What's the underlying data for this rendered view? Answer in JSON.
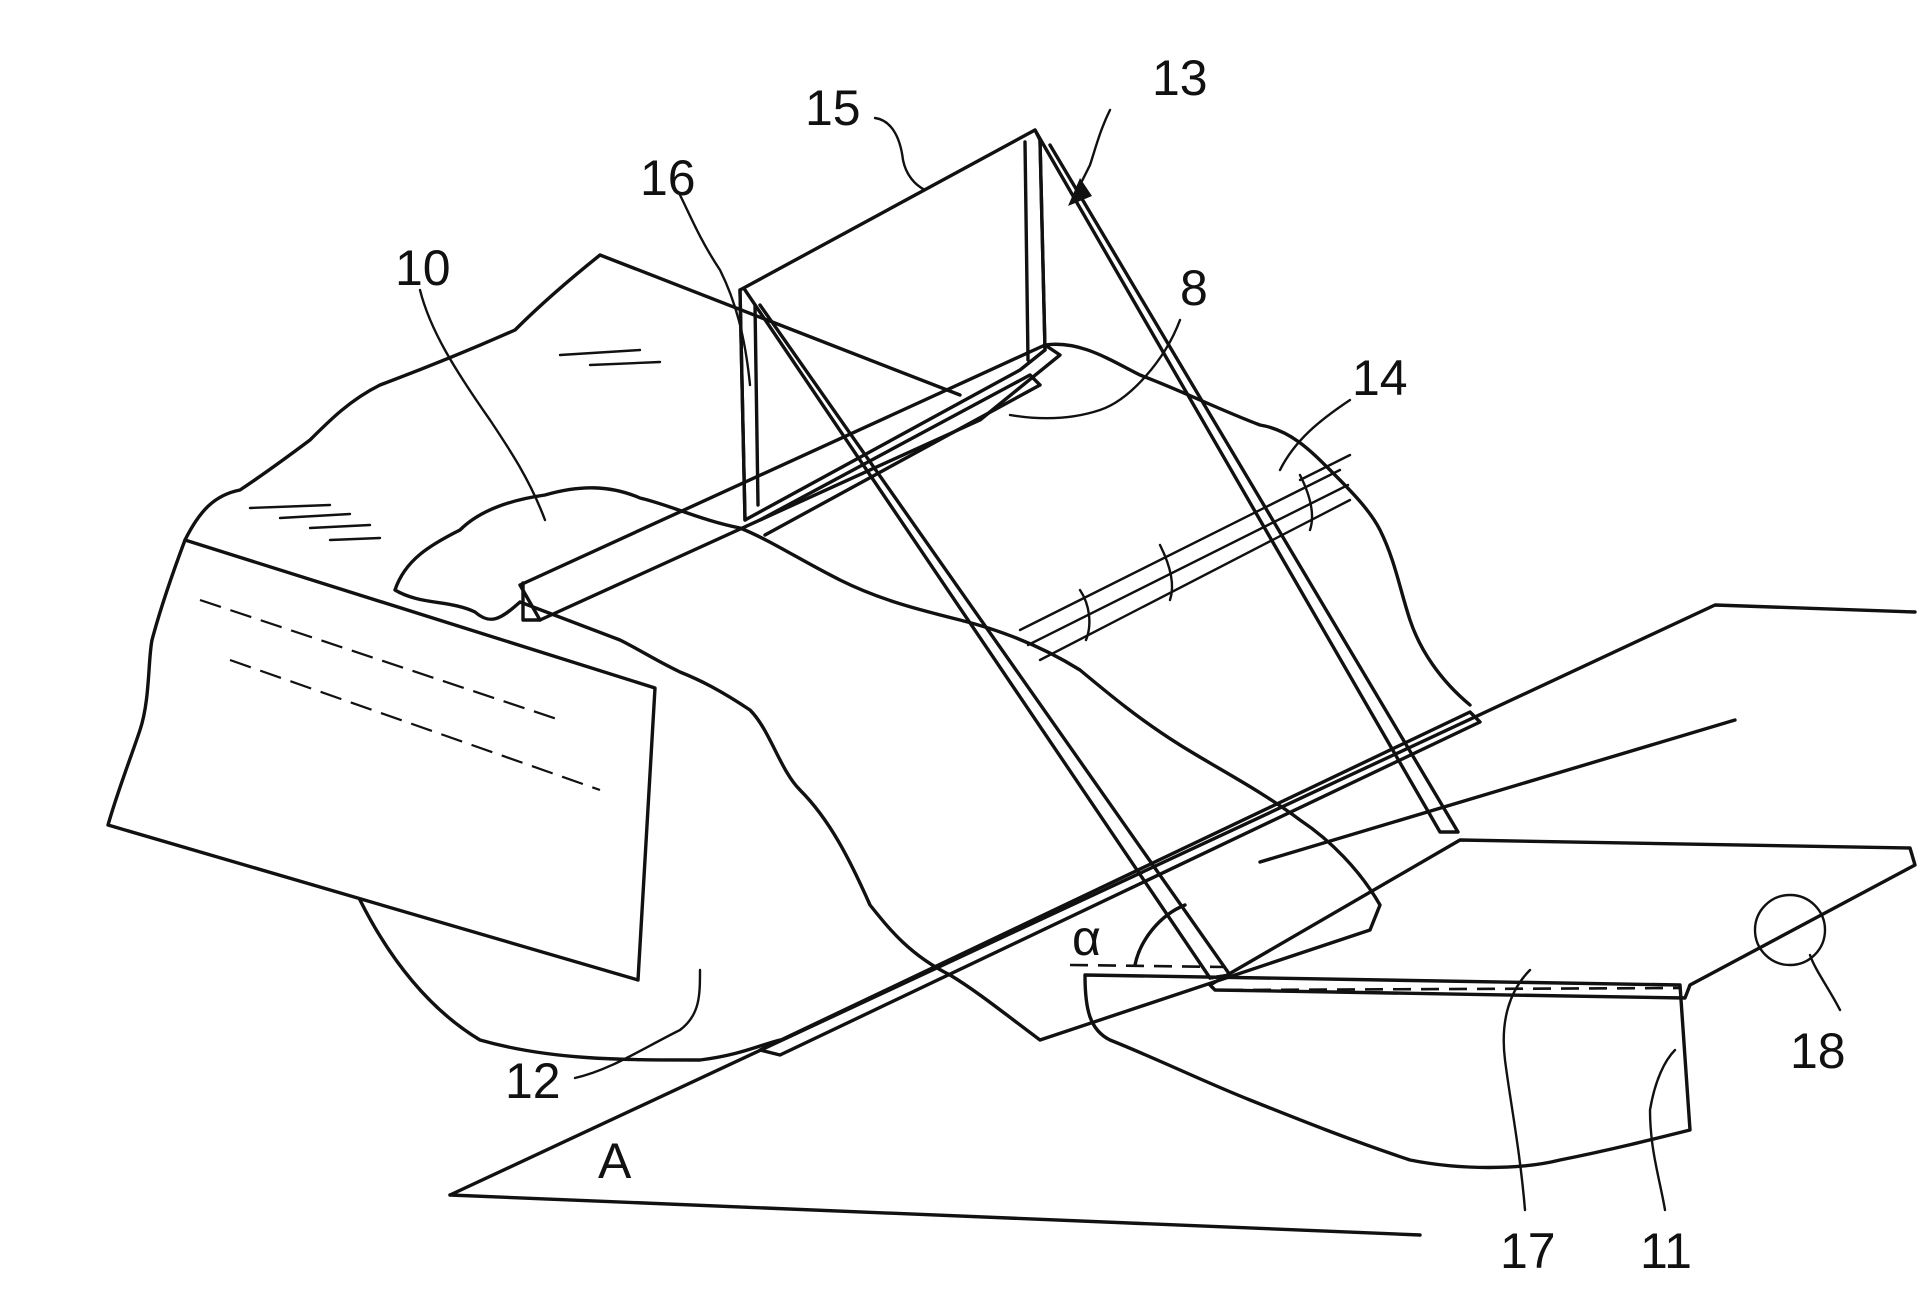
{
  "figure": {
    "labels": {
      "l8": "8",
      "l10": "10",
      "l11": "11",
      "l12": "12",
      "l13": "13",
      "l14": "14",
      "l15": "15",
      "l16": "16",
      "l17": "17",
      "l18": "18",
      "lA": "A",
      "alpha": "α"
    }
  }
}
